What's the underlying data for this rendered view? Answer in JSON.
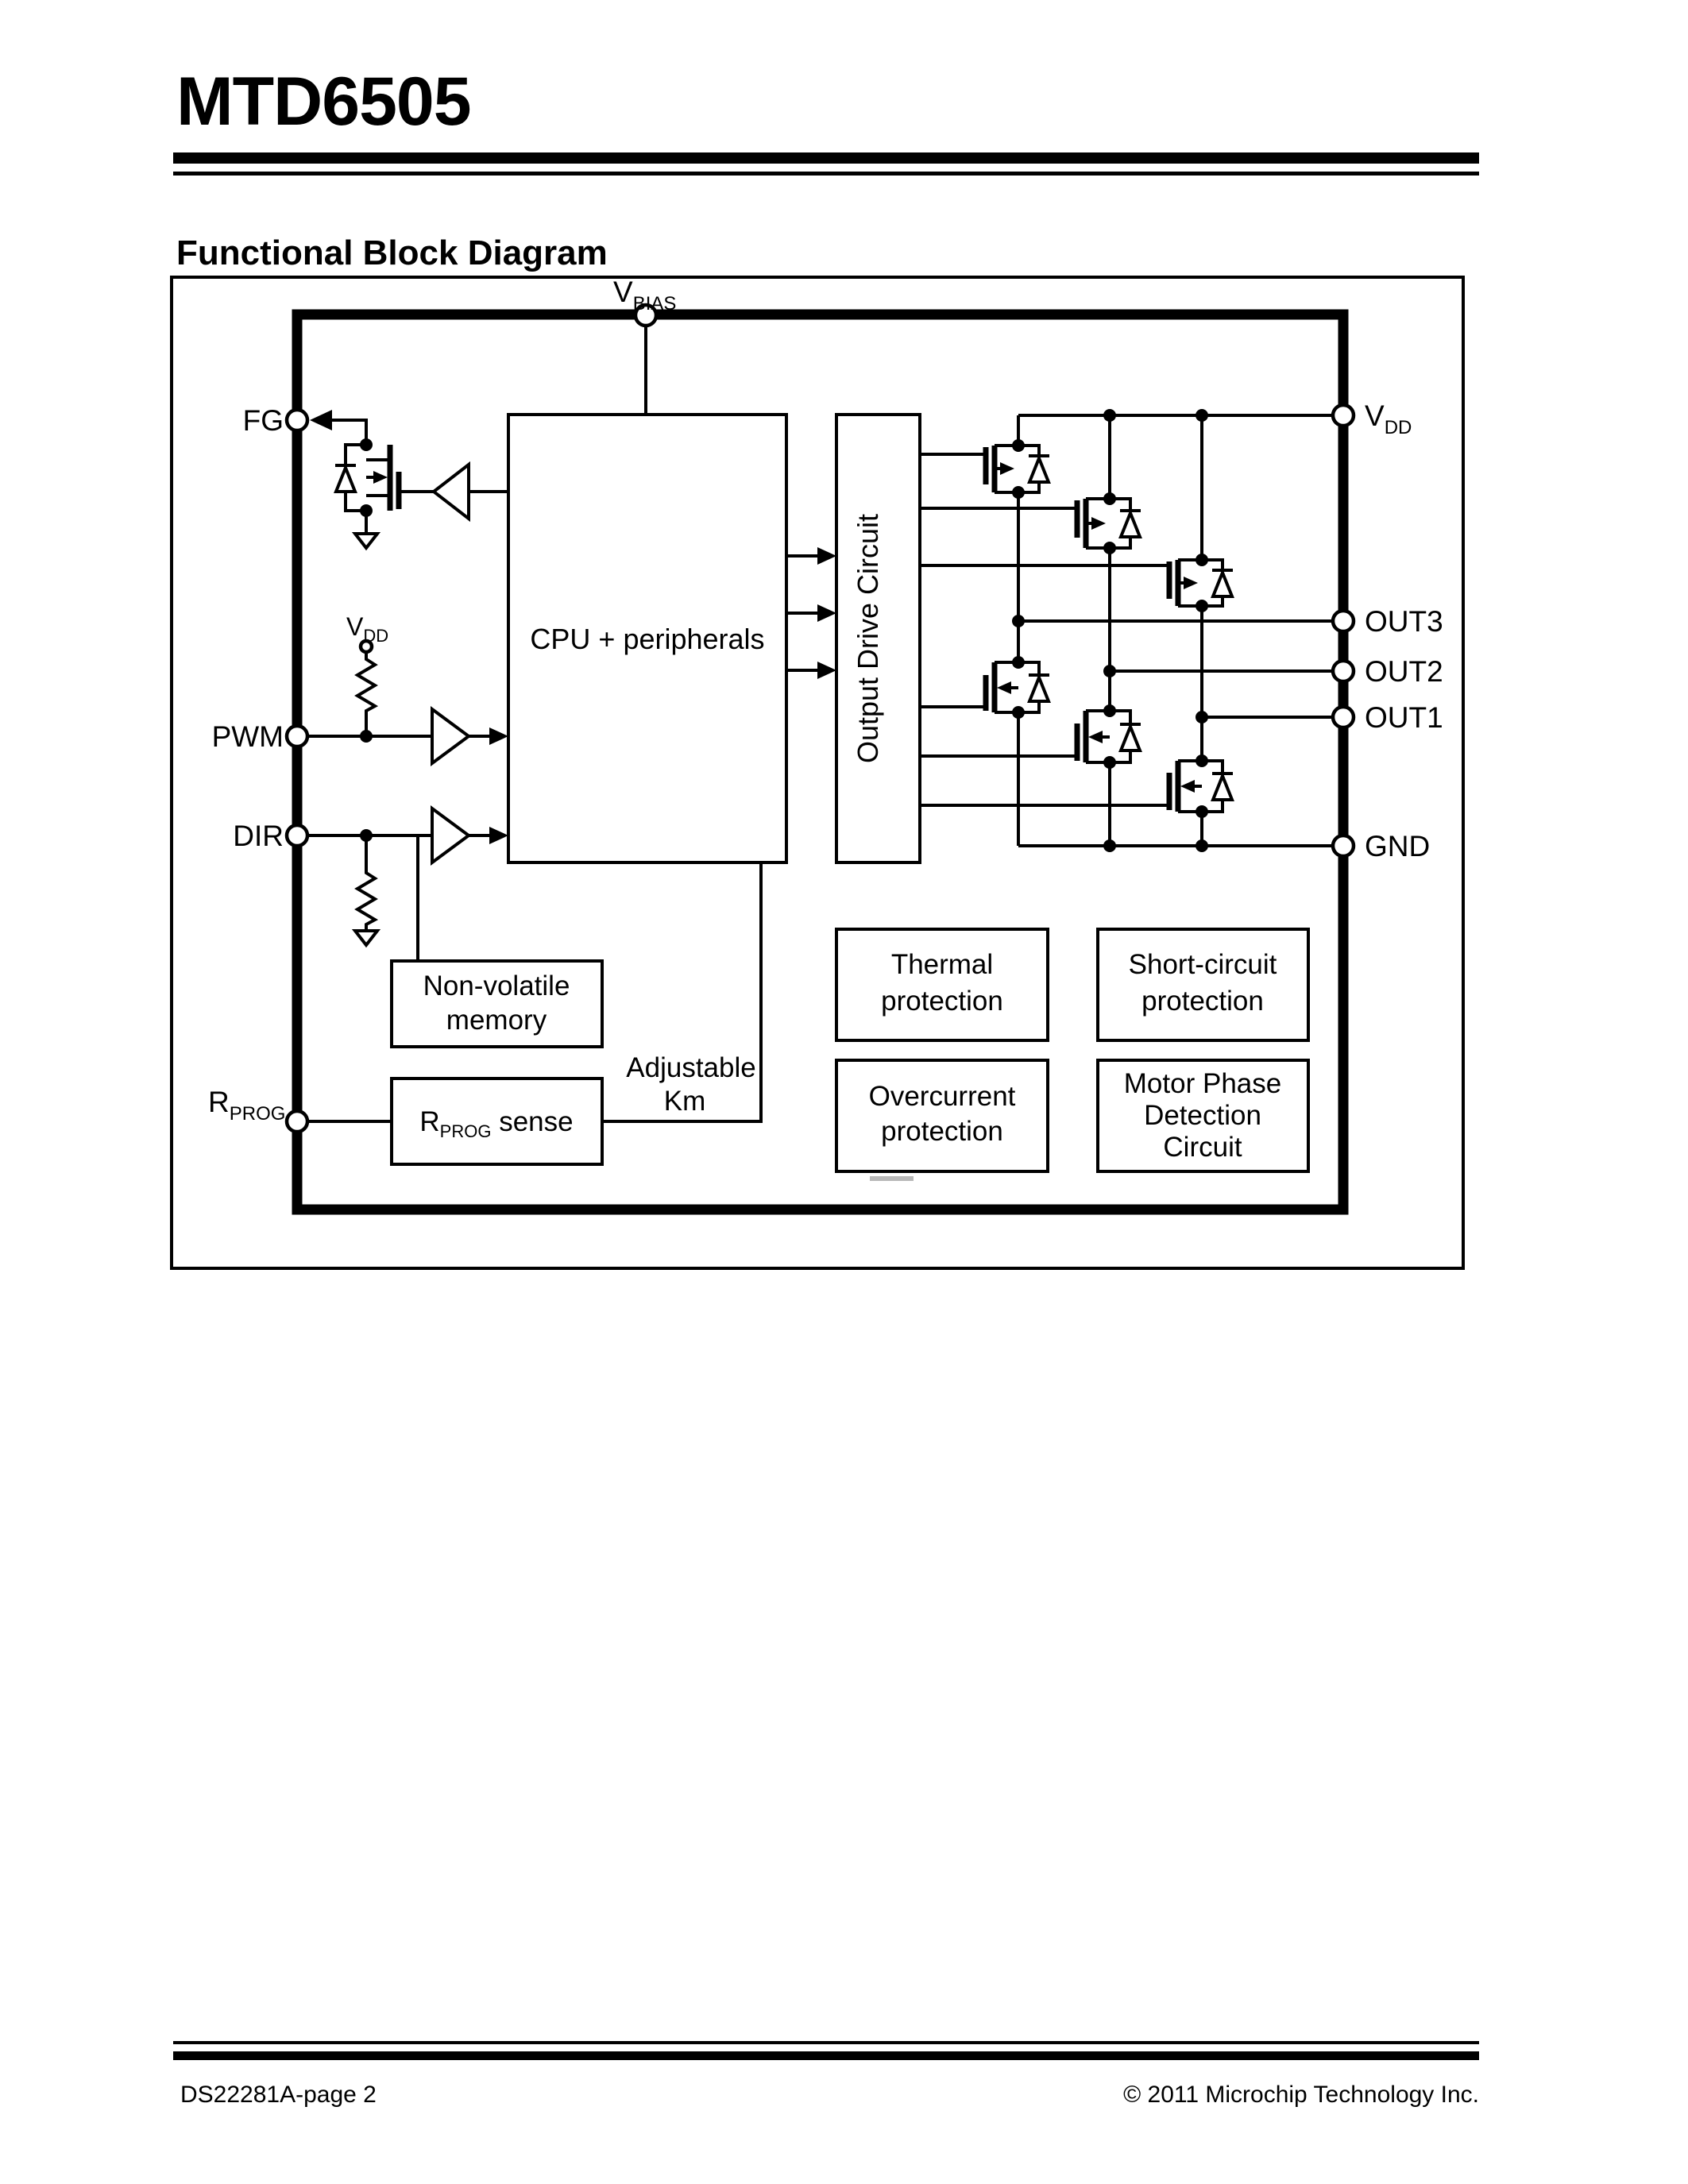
{
  "page": {
    "title": "MTD6505",
    "section_heading": "Functional Block Diagram",
    "footer": {
      "left": "DS22281A-page 2",
      "right": "© 2011 Microchip Technology Inc."
    }
  },
  "diagram": {
    "pins": {
      "vbias": {
        "base": "V",
        "sub": "BIAS"
      },
      "fg": "FG",
      "pwm": "PWM",
      "dir": "DIR",
      "rprog": {
        "base": "R",
        "sub": "PROG"
      },
      "vdd": {
        "base": "V",
        "sub": "DD"
      },
      "out3": "OUT3",
      "out2": "OUT2",
      "out1": "OUT1",
      "gnd": "GND"
    },
    "labels": {
      "pullup_supply": {
        "base": "V",
        "sub": "DD"
      },
      "adjustable_km": [
        "Adjustable",
        "Km"
      ]
    },
    "blocks": {
      "cpu": "CPU + peripherals",
      "output_drive": "Output Drive Circuit",
      "nvm": [
        "Non-volatile",
        "memory"
      ],
      "rprog_sense": {
        "base": "R",
        "sub": "PROG",
        "rest": " sense"
      },
      "thermal": [
        "Thermal",
        "protection"
      ],
      "short_circuit": [
        "Short-circuit",
        "protection"
      ],
      "overcurrent": [
        "Overcurrent",
        "protection"
      ],
      "motor_phase": [
        "Motor Phase",
        "Detection",
        "Circuit"
      ]
    },
    "colors": {
      "ink": "#000000",
      "paper": "#ffffff"
    }
  }
}
